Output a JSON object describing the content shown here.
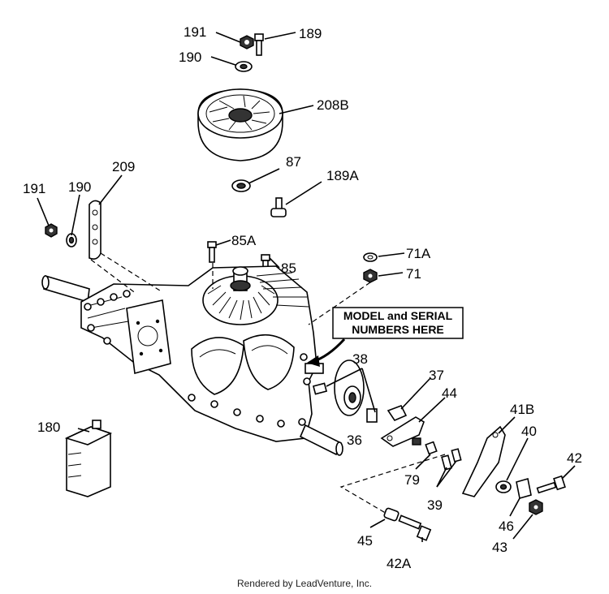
{
  "diagram": {
    "note_line1": "MODEL and SERIAL",
    "note_line2": "NUMBERS HERE",
    "footer": "Rendered by LeadVenture, Inc.",
    "parts": [
      {
        "id": "191",
        "key": "p191a"
      },
      {
        "id": "189",
        "key": "p189"
      },
      {
        "id": "190",
        "key": "p190a"
      },
      {
        "id": "208B",
        "key": "p208b"
      },
      {
        "id": "87",
        "key": "p87"
      },
      {
        "id": "189A",
        "key": "p189a"
      },
      {
        "id": "191",
        "key": "p191b"
      },
      {
        "id": "190",
        "key": "p190b"
      },
      {
        "id": "209",
        "key": "p209"
      },
      {
        "id": "85A",
        "key": "p85a"
      },
      {
        "id": "85",
        "key": "p85"
      },
      {
        "id": "71A",
        "key": "p71a"
      },
      {
        "id": "71",
        "key": "p71"
      },
      {
        "id": "38",
        "key": "p38"
      },
      {
        "id": "37",
        "key": "p37"
      },
      {
        "id": "44",
        "key": "p44"
      },
      {
        "id": "41B",
        "key": "p41b"
      },
      {
        "id": "40",
        "key": "p40"
      },
      {
        "id": "42",
        "key": "p42"
      },
      {
        "id": "180",
        "key": "p180"
      },
      {
        "id": "36",
        "key": "p36"
      },
      {
        "id": "79",
        "key": "p79"
      },
      {
        "id": "39",
        "key": "p39"
      },
      {
        "id": "46",
        "key": "p46"
      },
      {
        "id": "43",
        "key": "p43"
      },
      {
        "id": "45",
        "key": "p45"
      },
      {
        "id": "42A",
        "key": "p42a"
      }
    ]
  }
}
